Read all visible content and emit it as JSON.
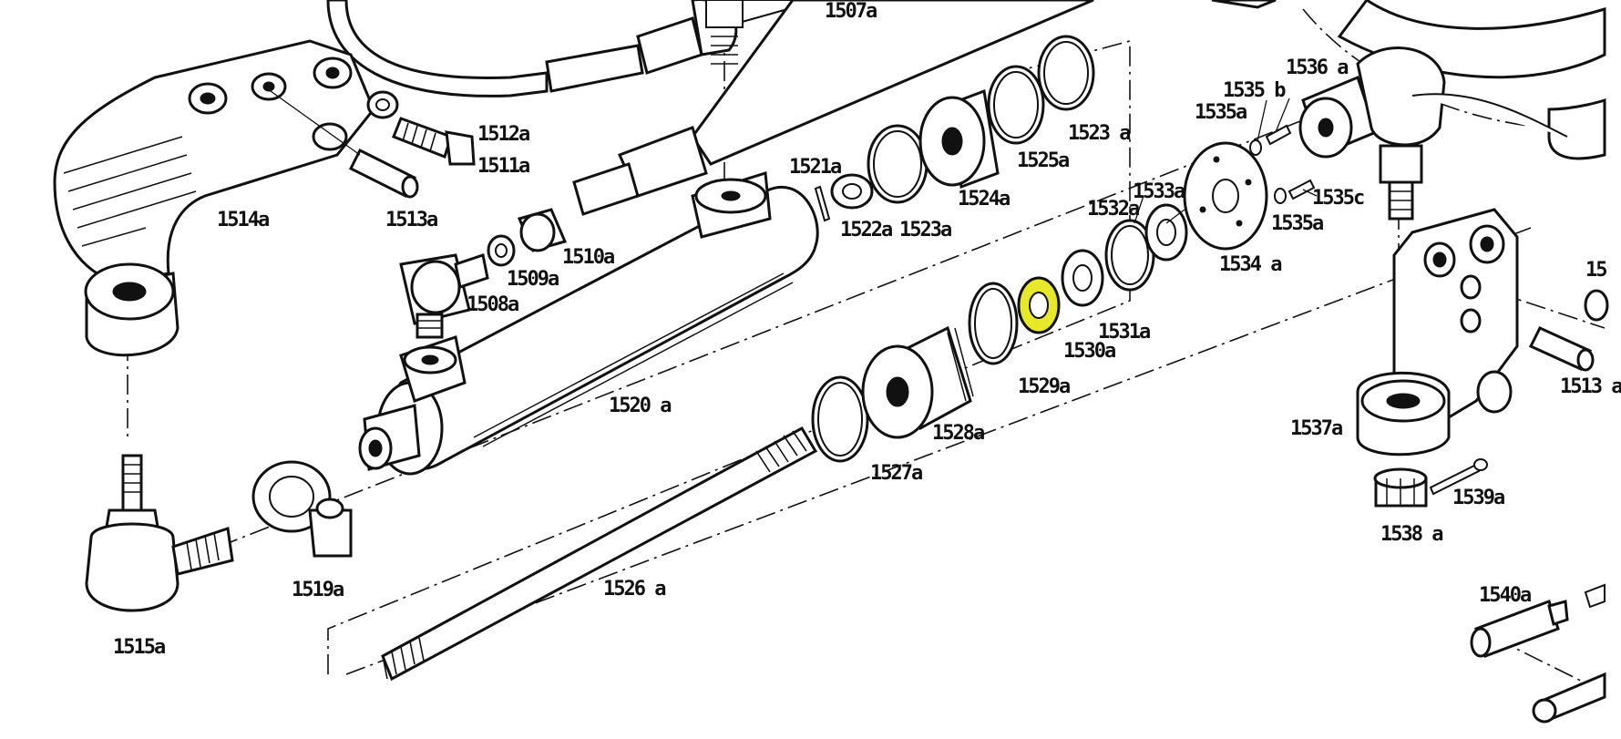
{
  "highlight_color": "#e8e82a",
  "labels": {
    "p1507a": "1507a",
    "p1508a": "1508a",
    "p1509a": "1509a",
    "p1510a": "1510a",
    "p1511a": "1511a",
    "p1512a": "1512a",
    "p1513a": "1513a",
    "p1513a_r": "1513 a",
    "p1514a": "1514a",
    "p1515a": "1515a",
    "p1519a": "1519a",
    "p1520a": "1520 a",
    "p1521a": "1521a",
    "p1522a": "1522a",
    "p1523a_top": "1523 a",
    "p1523a": "1523a",
    "p1524a": "1524a",
    "p1525a": "1525a",
    "p1526a": "1526 a",
    "p1527a": "1527a",
    "p1528a": "1528a",
    "p1529a": "1529a",
    "p1530a": "1530a",
    "p1531a": "1531a",
    "p1532a": "1532a",
    "p1533a": "1533a",
    "p1534a": "1534 a",
    "p1535b": "1535 b",
    "p1535a_top": "1535a",
    "p1535c": "1535c",
    "p1535a_bot": "1535a",
    "p1536a": "1536 a",
    "p1537a": "1537a",
    "p1538a": "1538 a",
    "p1539a": "1539a",
    "p1540a": "1540a",
    "p15_partial": "15"
  }
}
